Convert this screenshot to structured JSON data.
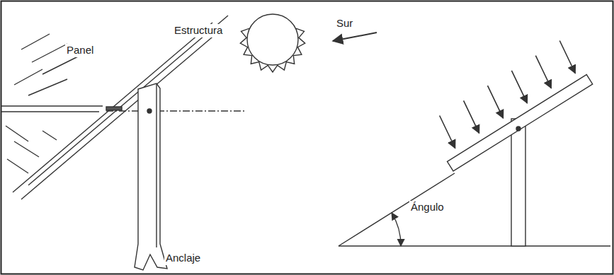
{
  "diagram": {
    "labels": [
      "Panel",
      "Estructura",
      "Anclaje",
      "Sur",
      "Ángulo"
    ]
  }
}
